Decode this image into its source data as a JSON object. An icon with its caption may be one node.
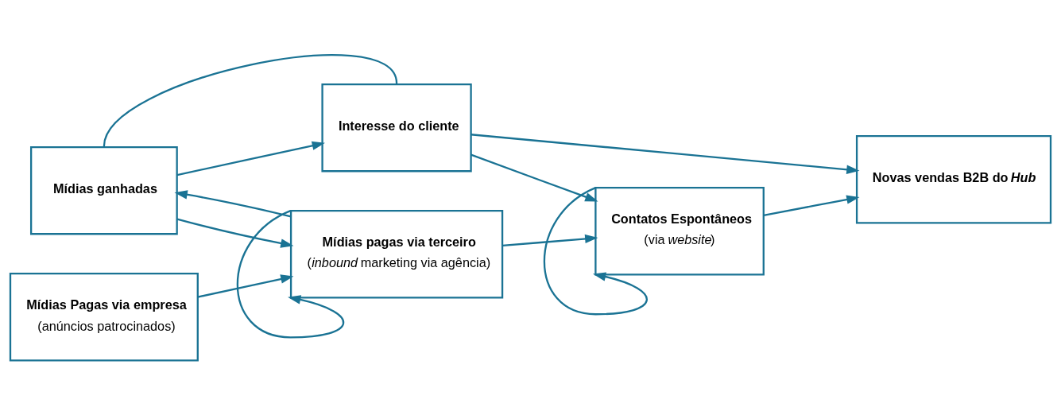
{
  "diagram": {
    "nodes": [
      {
        "text": [
          "Mídias ganhadas"
        ]
      },
      {
        "text": [
          "Interesse do cliente"
        ]
      },
      {
        "text": [
          "Novas vendas B2B do *Hub*"
        ]
      },
      {
        "text": [
          "Mídias Pagas via empresa",
          "(anúncios patrocinados)"
        ]
      },
      {
        "text": [
          "Mídias pagas via terceiro",
          "(*inbound* marketing via agência)"
        ]
      },
      {
        "text": [
          "Contatos Espontâneos",
          "(via *website*)"
        ]
      }
    ],
    "edges": [
      {
        "from": 0,
        "to": 1,
        "arrow": "none"
      },
      {
        "from": 0,
        "to": 1,
        "arrow": "to"
      },
      {
        "from": 0,
        "to": 4,
        "arrow": "to"
      },
      {
        "from": 4,
        "to": 0,
        "arrow": "to"
      },
      {
        "from": 1,
        "to": 5,
        "arrow": "to"
      },
      {
        "from": 1,
        "to": 2,
        "arrow": "to"
      },
      {
        "from": 5,
        "to": 2,
        "arrow": "to"
      },
      {
        "from": 3,
        "to": 4,
        "arrow": "to"
      },
      {
        "from": 4,
        "to": 4,
        "arrow": "to"
      },
      {
        "from": 4,
        "to": 5,
        "arrow": "to"
      },
      {
        "from": 5,
        "to": 5,
        "arrow": "to"
      }
    ]
  }
}
